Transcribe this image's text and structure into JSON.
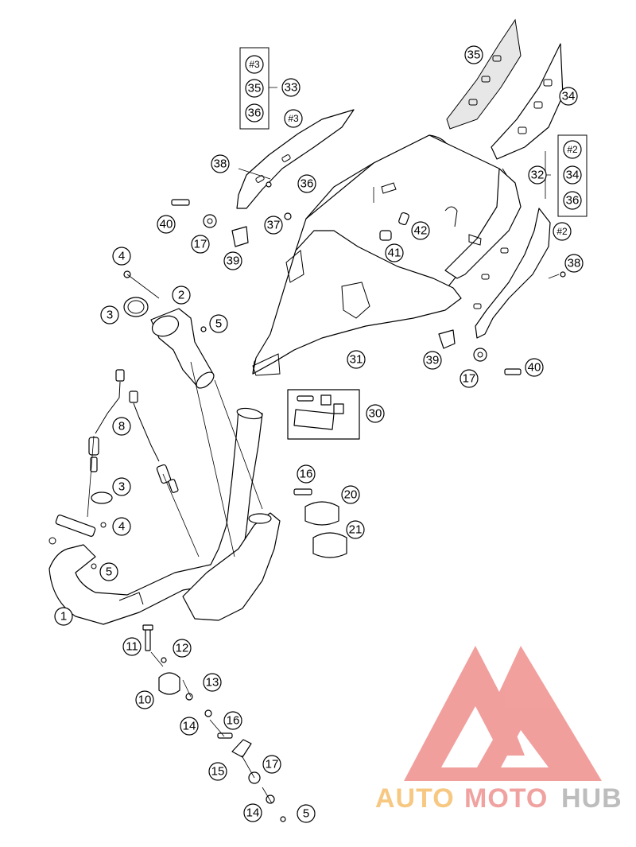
{
  "callouts": {
    "c1": "1",
    "c2": "2",
    "c3a": "3",
    "c3b": "3",
    "c4a": "4",
    "c4b": "4",
    "c5a": "5",
    "c5b": "5",
    "c5c": "5",
    "c8": "8",
    "c10": "10",
    "c11": "11",
    "c12": "12",
    "c13": "13",
    "c14a": "14",
    "c14b": "14",
    "c15": "15",
    "c16a": "16",
    "c16b": "16",
    "c17a": "17",
    "c17b": "17",
    "c17c": "17",
    "c20": "20",
    "c21": "21",
    "c30": "30",
    "c31": "31",
    "c32": "32",
    "c33": "33",
    "c34": "34",
    "c35": "35",
    "c36": "36",
    "c37": "37",
    "c38a": "38",
    "c38b": "38",
    "c39a": "39",
    "c39b": "39",
    "c40a": "40",
    "c40b": "40",
    "c41": "41",
    "c42": "42",
    "box33_a": "#3",
    "box33_b": "35",
    "box33_c": "36",
    "box32_a": "#2",
    "box32_b": "34",
    "box32_c": "36",
    "tag3": "#3",
    "tag2": "#2"
  },
  "watermark": {
    "auto": "AUTO",
    "moto": "MOTO",
    "hub": "HUB",
    "colors": {
      "auto": "#f7c882",
      "moto": "#f0a2a0",
      "hub": "#bdbdbd",
      "logo": "#ef8f8c"
    }
  }
}
